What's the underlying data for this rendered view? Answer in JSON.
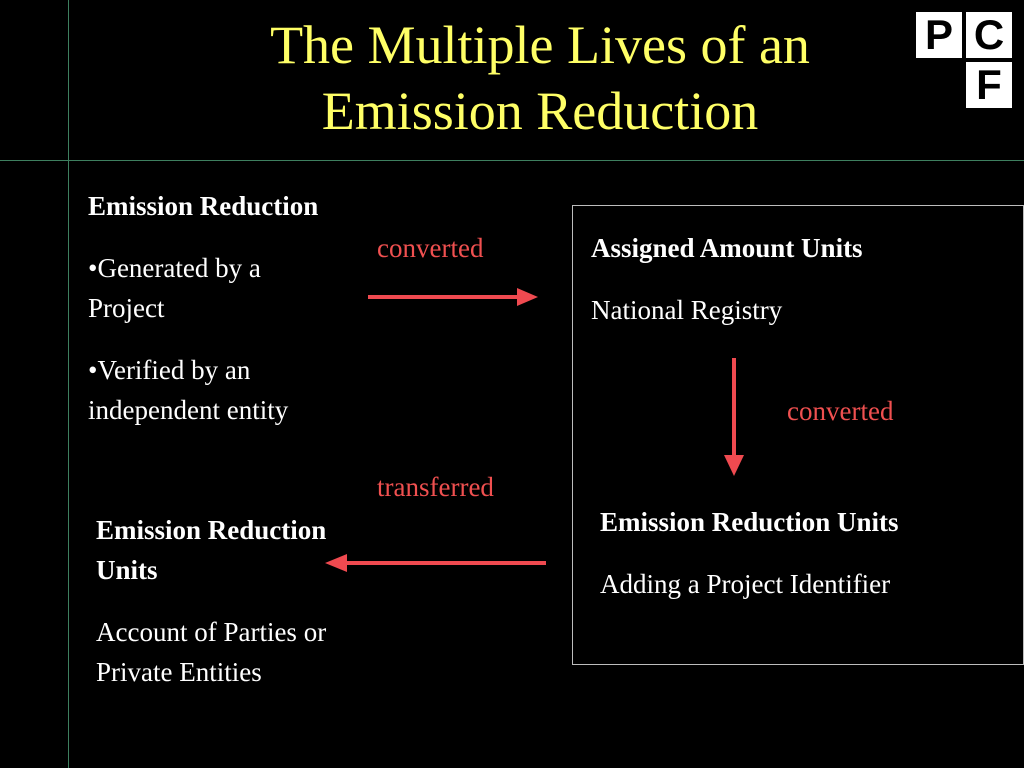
{
  "title": {
    "line1": "The Multiple Lives of an",
    "line2": "Emission Reduction"
  },
  "logo": {
    "letters": [
      "P",
      "C",
      "F"
    ]
  },
  "colors": {
    "background": "#000000",
    "title": "#ffff66",
    "text": "#ffffff",
    "connector_label": "#f05050",
    "arrow": "#ef4a50",
    "rule": "#3e7f5f"
  },
  "blocks": {
    "emission_reduction": {
      "heading": "Emission Reduction",
      "bullet1_line1": "•Generated by a",
      "bullet1_line2": "Project",
      "bullet2_line1": "•Verified by an",
      "bullet2_line2": "independent entity"
    },
    "assigned_amount_units": {
      "heading": "Assigned Amount Units",
      "detail": "National Registry"
    },
    "eru_in_registry": {
      "heading": "Emission Reduction Units",
      "detail": "Adding a Project Identifier"
    },
    "eru_in_account": {
      "heading_line1": "Emission Reduction",
      "heading_line2": "Units",
      "detail_line1": "Account of Parties or",
      "detail_line2": "Private Entities"
    }
  },
  "connectors": {
    "top": "converted",
    "right": "converted",
    "bottom": "transferred"
  }
}
